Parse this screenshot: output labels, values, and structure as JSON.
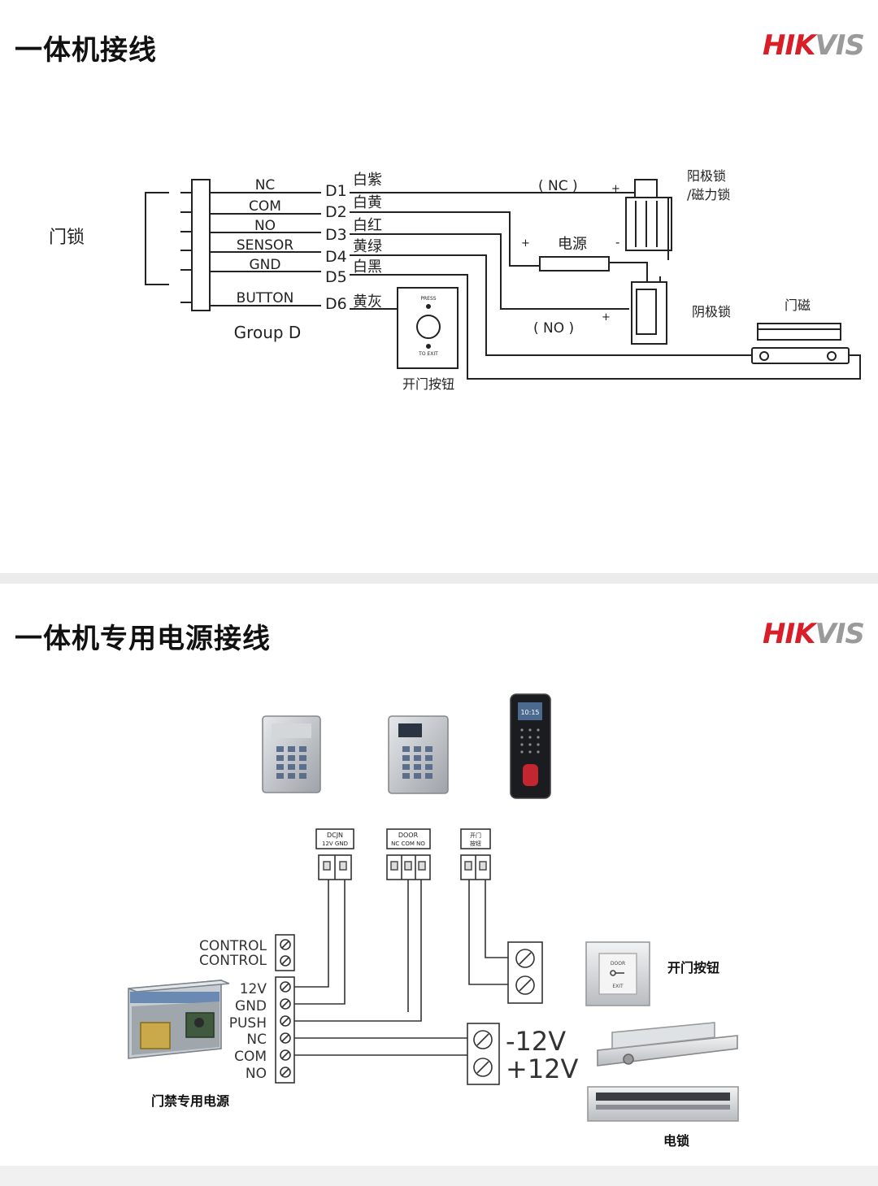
{
  "colors": {
    "brand_red": "#d81e28",
    "brand_grey": "#9a9a9a",
    "line": "#222222"
  },
  "section1": {
    "title": "一体机接线",
    "brand": {
      "part1": "HIK",
      "part2": "VIS"
    },
    "left_label": "门锁",
    "group_label": "Group D",
    "terminals": [
      "NC",
      "COM",
      "NO",
      "SENSOR",
      "GND",
      "BUTTON"
    ],
    "pins": [
      "D1",
      "D2",
      "D3",
      "D4",
      "D5",
      "D6"
    ],
    "wires": [
      "白紫",
      "白黄",
      "白红",
      "黄绿",
      "白黑",
      "黄灰"
    ],
    "nc_label": "( NC )",
    "no_label": "( NO )",
    "power_label": "电源",
    "plus": "+",
    "minus": "-",
    "anode_lock_line1": "阳极锁",
    "anode_lock_line2": "/磁力锁",
    "cathode_lock": "阴极锁",
    "door_contact": "门磁",
    "exit_button": "开门按钮",
    "press_text": "PRESS",
    "to_exit_text": "TO EXIT"
  },
  "section2": {
    "title": "一体机专用电源接线",
    "brand": {
      "part1": "HIK",
      "part2": "VIS"
    },
    "connectors": [
      {
        "top": "DCJN",
        "bottom": "12V  GND"
      },
      {
        "top": "DOOR",
        "bottom": "NC COM NO"
      },
      {
        "top": "开门",
        "bottom": "按钮"
      }
    ],
    "psu_control": [
      "CONTROL",
      "CONTROL"
    ],
    "psu_terminals": [
      "12V",
      "GND",
      "PUSH",
      "NC",
      "COM",
      "NO"
    ],
    "psu_label": "门禁专用电源",
    "voltage_labels": [
      "-12V",
      "+12V"
    ],
    "exit_button_label": "开门按钮",
    "door_plate_top": "DOOR",
    "door_plate_bottom": "EXIT",
    "elock_label": "电锁",
    "device_screen_text": "10:15"
  }
}
